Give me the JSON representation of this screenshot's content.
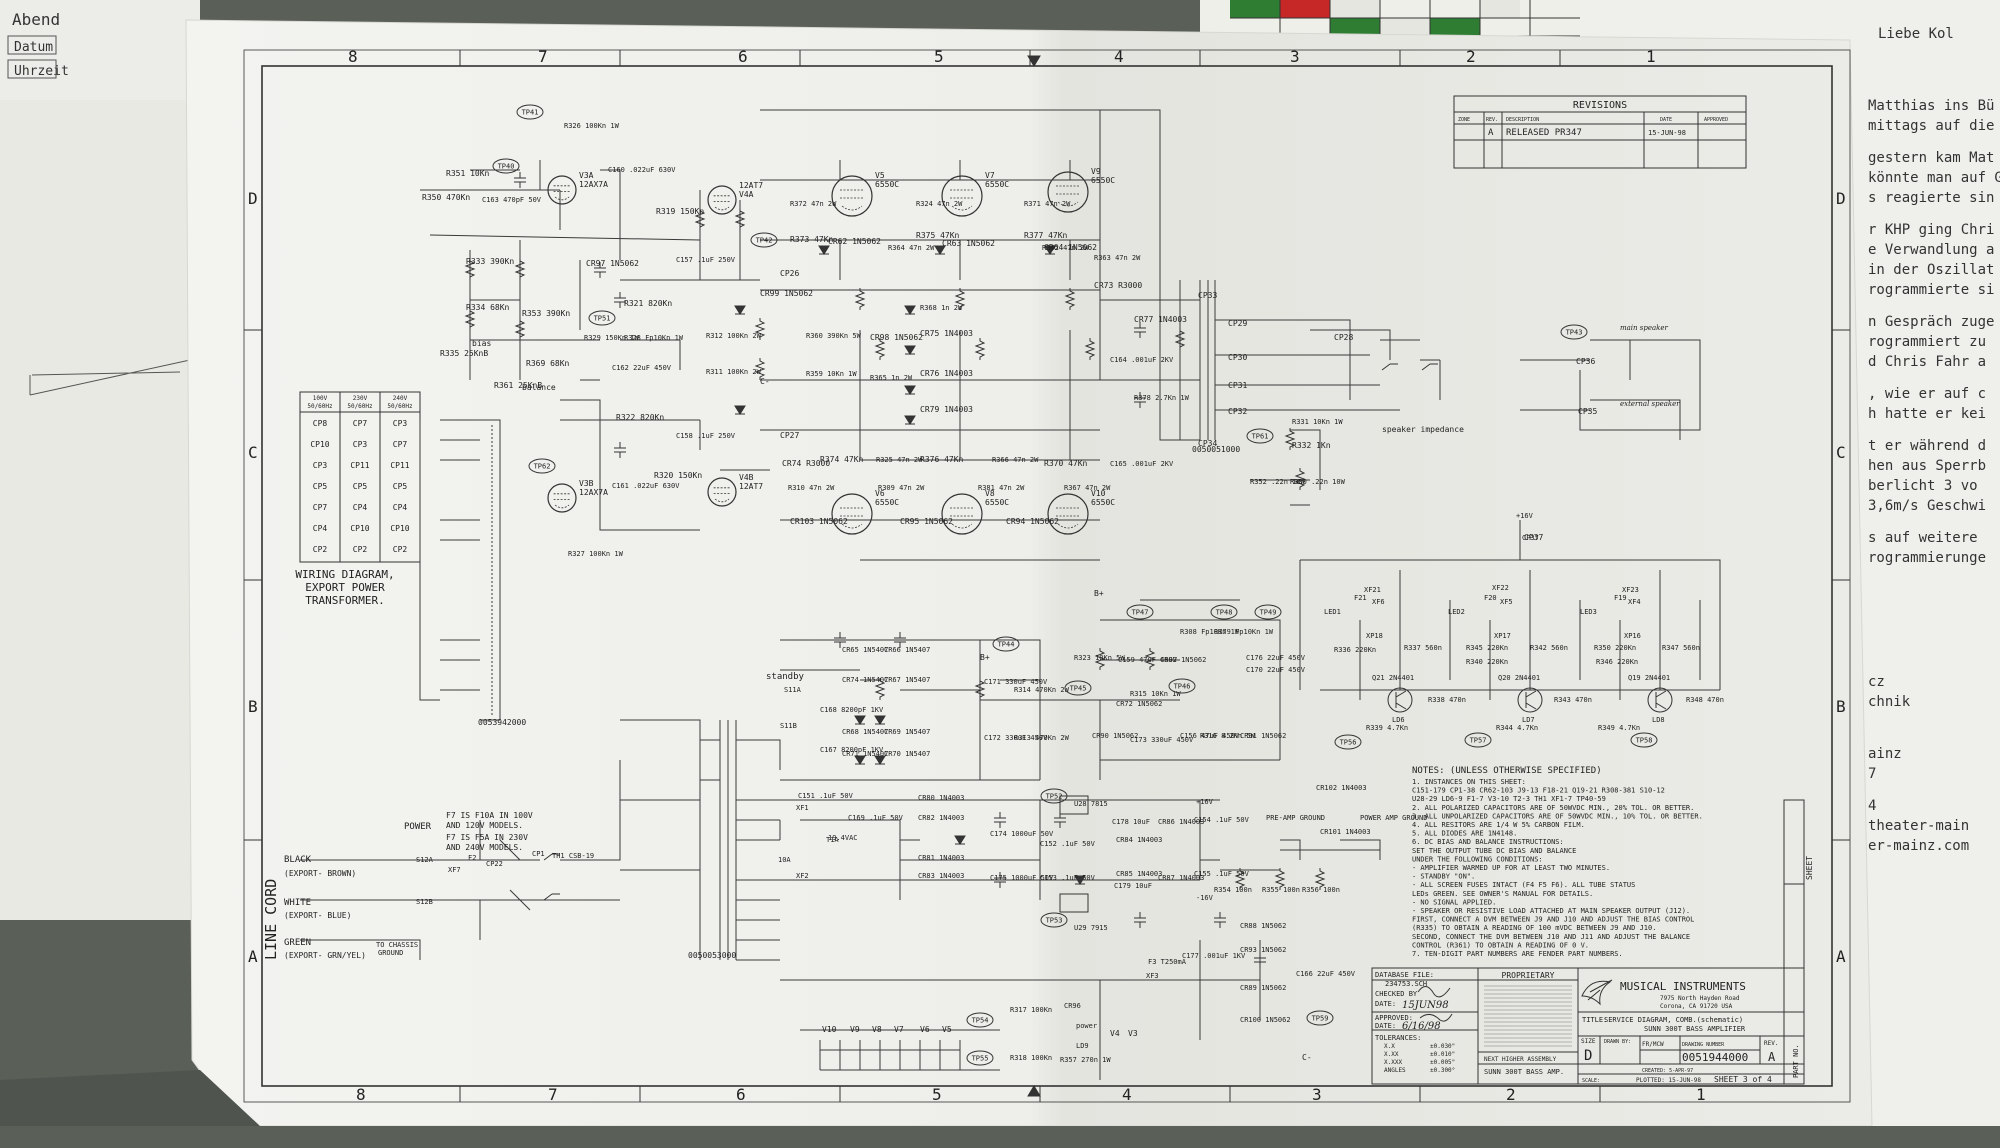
{
  "background": {
    "right_letter_lines": [
      "Liebe Kol",
      "Matthias ins Bü",
      "mittags auf die",
      "gestern kam Mat",
      "könnte man auf G",
      "s reagierte sin",
      "r KHP ging Chri",
      "e Verwandlung a",
      "in der Oszillat",
      "rogrammierte si",
      "n Gespräch zuge",
      "rogrammiert zu",
      "d Chris Fahr a",
      ", wie er auf c",
      "h hatte er kei",
      "t er während d",
      "hen aus Sperrb",
      "berlicht 3 vo",
      "3,6m/s Geschwi",
      "s auf weitere",
      "rogrammierunge",
      "cz",
      "chnik",
      "ainz",
      "7",
      "4",
      "theater-main",
      "er-mainz.com"
    ],
    "left_form_labels": [
      "Abend",
      "Datum",
      "Uhrzeit"
    ]
  },
  "border": {
    "top_columns": [
      "8",
      "7",
      "6",
      "5",
      "4",
      "3",
      "2",
      "1"
    ],
    "bottom_columns": [
      "8",
      "7",
      "6",
      "5",
      "4",
      "3",
      "2",
      "1"
    ],
    "row_letters": [
      "D",
      "C",
      "B",
      "A"
    ]
  },
  "revisions": {
    "title": "REVISIONS",
    "headers": [
      "ZONE",
      "REV.",
      "DESCRIPTION",
      "DATE",
      "APPROVED"
    ],
    "row": [
      "",
      "A",
      "RELEASED PR347",
      "15-JUN-98",
      ""
    ]
  },
  "transformer_table": {
    "headers": [
      "100V 50/60Hz",
      "230V 50/60Hz",
      "240V 50/60Hz"
    ],
    "rows": [
      [
        "CP8",
        "CP7",
        "CP3"
      ],
      [
        "CP10",
        "CP3",
        "CP7"
      ],
      [
        "CP3",
        "CP11",
        "CP11"
      ],
      [
        "CP5",
        "CP5",
        "CP5"
      ],
      [
        "CP7",
        "CP4",
        "CP4"
      ],
      [
        "CP4",
        "CP10",
        "CP10"
      ],
      [
        "CP2",
        "CP2",
        "CP2"
      ]
    ],
    "caption": [
      "WIRING DIAGRAM,",
      "EXPORT POWER",
      "TRANSFORMER."
    ]
  },
  "labels": {
    "part_t2_top": "0053942000",
    "part_t3": "0050051000",
    "part_t2_bottom": "0050053000",
    "line_cord": "LINE CORD",
    "fuse_note_1": [
      "F7 IS F10A IN 100V",
      "AND 120V MODELS."
    ],
    "fuse_note_2": [
      "F7 IS F5A IN 230V",
      "AND 240V MODELS."
    ],
    "power": "POWER",
    "black": "BLACK",
    "export_brown": "(EXPORT- BROWN)",
    "white": "WHITE",
    "export_blue": "(EXPORT- BLUE)",
    "green": "GREEN",
    "export_grn_yel": "(EXPORT- GRN/YEL)",
    "to_chassis": "TO CHASSIS",
    "ground": "GROUND",
    "standby": "standby",
    "speaker_impedance": "speaker impedance",
    "main_speaker": "main speaker",
    "external_speaker": "external speaker",
    "pre_amp_ground": "PRE-AMP GROUND",
    "power_amp_ground": "POWER AMP GROUND",
    "bias": "bias",
    "balance": "balance",
    "sheet_label": "SHEET"
  },
  "tubes": {
    "v3a": [
      "V3A",
      "12AX7A"
    ],
    "v3b": [
      "V3B",
      "12AX7A"
    ],
    "v4a": [
      "12AT7",
      "V4A"
    ],
    "v4b": [
      "V4B",
      "12AT7"
    ],
    "v5": [
      "V5",
      "6550C"
    ],
    "v7": [
      "V7",
      "6550C"
    ],
    "v9": [
      "V9",
      "6550C"
    ],
    "v6": [
      "V6",
      "6550C"
    ],
    "v8": [
      "V8",
      "6550C"
    ],
    "v10": [
      "V10",
      "6550C"
    ]
  },
  "components": [
    "R326 100Kn 1W",
    "R351 10Kn",
    "R350 470Kn",
    "C163 470pF 50V",
    "C160 .022uF 630V",
    "R319 150Kn",
    "CR97 1N5062",
    "C157 .1uF 250V",
    "R333 390Kn",
    "R334 68Kn",
    "R353 390Kn",
    "R321 820Kn",
    "R335 25KnB",
    "R369 68Kn",
    "R361 25KnB",
    "R329 150Kn 1W",
    "R328 Fp10Kn 1W",
    "C162 22uF 450V",
    "R322 820Kn",
    "C158 .1uF 250V",
    "R320 150Kn",
    "C161 .022uF 630V",
    "R327 100Kn 1W",
    "R372 47n 2W",
    "R373 47Kn",
    "CR62 1N5062",
    "R324 47n 2W",
    "R375 47Kn",
    "R364 47n 2W",
    "CR63 1N5062",
    "R371 47n 2W",
    "R377 47Kn",
    "R362 47n 2W",
    "CR64 1N5062",
    "R363 47n 2W",
    "CR73 R3000",
    "CR99 1N5062",
    "R312 100Kn 2W",
    "R360 390Kn 5W",
    "R311 100Kn 2W",
    "R359 10Kn 1W",
    "CR98 1N5062",
    "R365 1n 2W",
    "R368 1n 2W",
    "CR75 1N4003",
    "CR76 1N4003",
    "CR79 1N4003",
    "CR77 1N4003",
    "C164 .001uF 2KV",
    "R378 2.7Kn 1W",
    "C165 .001uF 2KV",
    "CR74 R3000",
    "R374 47Kn",
    "R325 47n 2W",
    "R376 47Kn",
    "R366 47n 2W",
    "R370 47Kn",
    "R310 47n 2W",
    "R309 47n 2W",
    "R381 47n 2W",
    "R367 47n 2W",
    "CR103 1N5062",
    "CR95 1N5062",
    "CR94 1N5062",
    "R331 10Kn 1W",
    "R332 1Kn",
    "R352 .22n 10W",
    "R330 .22n 10W"
  ],
  "connectors": [
    "CP29",
    "CP30",
    "CP31",
    "CP32",
    "CP33",
    "CP34",
    "CP36",
    "CP35",
    "CP28",
    "CP27",
    "CP26",
    "CP37"
  ],
  "test_points": [
    "TP41",
    "TP40",
    "TP42",
    "TP51",
    "TP62",
    "TP61",
    "TP43",
    "TP44",
    "TP45",
    "TP46",
    "TP47",
    "TP48",
    "TP49",
    "TP52",
    "TP53",
    "TP54",
    "TP55",
    "TP56",
    "TP57",
    "TP58",
    "TP59"
  ],
  "power_supply_components": [
    "CR65 1N5407",
    "CR66 1N5407",
    "CR74 1N5407",
    "CR67 1N5407",
    "C168 8200pF 1KV",
    "CR68 1N5407",
    "CR69 1N5407",
    "C167 8200pF 1KV",
    "CR71 1N5407",
    "CR70 1N5407",
    "C171 330uF 450V",
    "R314 470Kn 2W",
    "C172 330uF 450V",
    "R313 470Kn 2W",
    "R323 10Kn 5W",
    "C159 47uF 450V",
    "CR92 1N5062",
    "R308 Fp10Kn 1W",
    "R379 Fp10Kn 1W",
    "C176 22uF 450V",
    "C170 22uF 450V",
    "CR72 1N5062",
    "R315 10Kn 1W",
    "CR90 1N5062",
    "C173 330uF 450V",
    "C156 47uF 450V",
    "R316 8.2Kn 5W",
    "CR91 1N5062",
    "C151 .1uF 50V",
    "C169 .1uF 50V",
    "CR80 1N4003",
    "CR82 1N4003",
    "CR81 1N4003",
    "CR83 1N4003",
    "C174 1000uF 50V",
    "C152 .1uF 50V",
    "C175 1000uF 50V",
    "C153 .1uF 50V",
    "U28 7815",
    "U29 7915",
    "C178 10uF",
    "C179 10uF",
    "CR86 1N4003",
    "CR87 1N4003",
    "CR84 1N4003",
    "CR85 1N4003",
    "C154 .1uF 50V",
    "C155 .1uF 50V",
    "R354 100n",
    "R355 100n",
    "R356 100n",
    "CR102 1N4003",
    "CR101 1N4003",
    "C177 .001uF 1KV",
    "CR88 1N5062",
    "CR93 1N5062",
    "CR89 1N5062",
    "CR100 1N5062",
    "C166 22uF 450V",
    "R317 100Kn",
    "R318 100Kn",
    "R357 270n 1W",
    "CR96",
    "LD9",
    "F3 T250mA",
    "XF3",
    "TH1 CSB-19",
    "XF7",
    "S12A",
    "S12B",
    "F2",
    "XF2",
    "XF1",
    "S11A",
    "S11B"
  ],
  "power_supply_labels": [
    "+16V",
    "-16V",
    "19.4VAC",
    "power",
    "T1A",
    "10A",
    "CP1",
    "CP22"
  ],
  "rails": [
    "B+",
    "B+",
    "C-",
    "C-"
  ],
  "led_section": [
    "LED1",
    "LED2",
    "LED3",
    "XF21",
    "XF22",
    "XF23",
    "XF6",
    "XF5",
    "XF4",
    "XP18",
    "XP17",
    "XP16",
    "R336 220Kn",
    "R337 560n",
    "R338 470n",
    "R339 4.7Kn",
    "Q21 2N4401",
    "LD6",
    "R345 220Kn",
    "R340 220Kn",
    "R342 560n",
    "R343 470n",
    "R344 4.7Kn",
    "Q20 2N4401",
    "LD7",
    "R350 220Kn",
    "R346 220Kn",
    "R347 560n",
    "R348 470n",
    "R349 4.7Kn",
    "Q19 2N4401",
    "LD8",
    "F21",
    "F20",
    "F19",
    "+16V",
    "CP37"
  ],
  "tube_heater_labels": [
    "V10",
    "V9",
    "V8",
    "V7",
    "V6",
    "V5",
    "V4",
    "V3"
  ],
  "notes": {
    "title": "NOTES: (UNLESS OTHERWISE SPECIFIED)",
    "lines": [
      "1. INSTANCES ON THIS SHEET:",
      "   C151-179 CP1-38 CR62-103 J9-13 F18-21 Q19-21 R308-381 S10-12",
      "   U28-29 LD6-9 F1-7 V3-10 T2-3 TH1 XF1-7 TP40-59",
      "2. ALL POLARIZED CAPACITORS ARE OF 50WVDC MIN., 20% TOL. OR BETTER.",
      "3. ALL UNPOLARIZED CAPACITORS ARE OF 50WVDC MIN., 10% TOL. OR BETTER.",
      "4. ALL RESITORS ARE 1/4 W 5% CARBON FILM.",
      "5. ALL DIODES ARE 1N4148.",
      "6. DC BIAS AND BALANCE INSTRUCTIONS:",
      "   SET THE OUTPUT TUBE DC BIAS AND BALANCE",
      "   UNDER THE FOLLOWING CONDITIONS:",
      "   - AMPLIFIER WARMED UP FOR AT LEAST TWO MINUTES.",
      "   - STANDBY \"ON\".",
      "   - ALL SCREEN FUSES INTACT (F4 F5 F6). ALL TUBE STATUS",
      "     LEDs GREEN. SEE OWNER'S MANUAL FOR DETAILS.",
      "   - NO SIGNAL APPLIED.",
      "   - SPEAKER OR RESISTIVE LOAD ATTACHED AT MAIN SPEAKER OUTPUT (J12).",
      "   FIRST, CONNECT A DVM BETWEEN J9 AND J10 AND ADJUST THE BIAS CONTROL",
      "   (R335) TO OBTAIN A READING OF 100 mVDC BETWEEN J9 AND J10.",
      "   SECOND, CONNECT THE DVM BETWEEN J10 AND J11 AND ADJUST THE BALANCE",
      "   CONTROL (R361) TO OBTAIN A READING OF 0 V.",
      "7. TEN-DIGIT PART NUMBERS ARE FENDER PART NUMBERS."
    ]
  },
  "title_block": {
    "database_file": "DATABASE FILE:",
    "database_value": "234753.SCH",
    "checked_by": "CHECKED BY",
    "date_label": "DATE:",
    "checked_date": "15JUN98",
    "approved": "APPROVED:",
    "approved_date": "6/16/98",
    "tolerances": "TOLERANCES:",
    "tol_rows": [
      "X.X",
      "X.XX",
      "X.XXX",
      "ANGLES"
    ],
    "tol_values": [
      "±0.030\"",
      "±0.010\"",
      "±0.005\"",
      "±0.300°"
    ],
    "next_higher": "NEXT HIGHER ASSEMBLY",
    "assembly": "SUNN 300T BASS AMP.",
    "proprietary": "PROPRIETARY",
    "company": "MUSICAL INSTRUMENTS",
    "address_1": "7975 North Hayden Road",
    "address_2": "Corona, CA 91720 USA",
    "title_label": "TITLE:",
    "title_1": "SERVICE DIAGRAM, COMB.(schematic)",
    "title_2": "SUNN 300T BASS AMPLIFIER",
    "size_label": "SIZE",
    "size": "D",
    "drawn_by": "DRAWN BY:",
    "drawn_name": "FR/MCW",
    "drawing_number_label": "DRAWING NUMBER",
    "drawing_number": "0051944000",
    "rev_label": "REV.",
    "rev": "A",
    "created": "CREATED: 5-APR-97",
    "plotted": "PLOTTED: 15-JUN-98",
    "sheet": "SHEET 3 of 4",
    "scale": "SCALE:",
    "part_no": "PART NO."
  }
}
